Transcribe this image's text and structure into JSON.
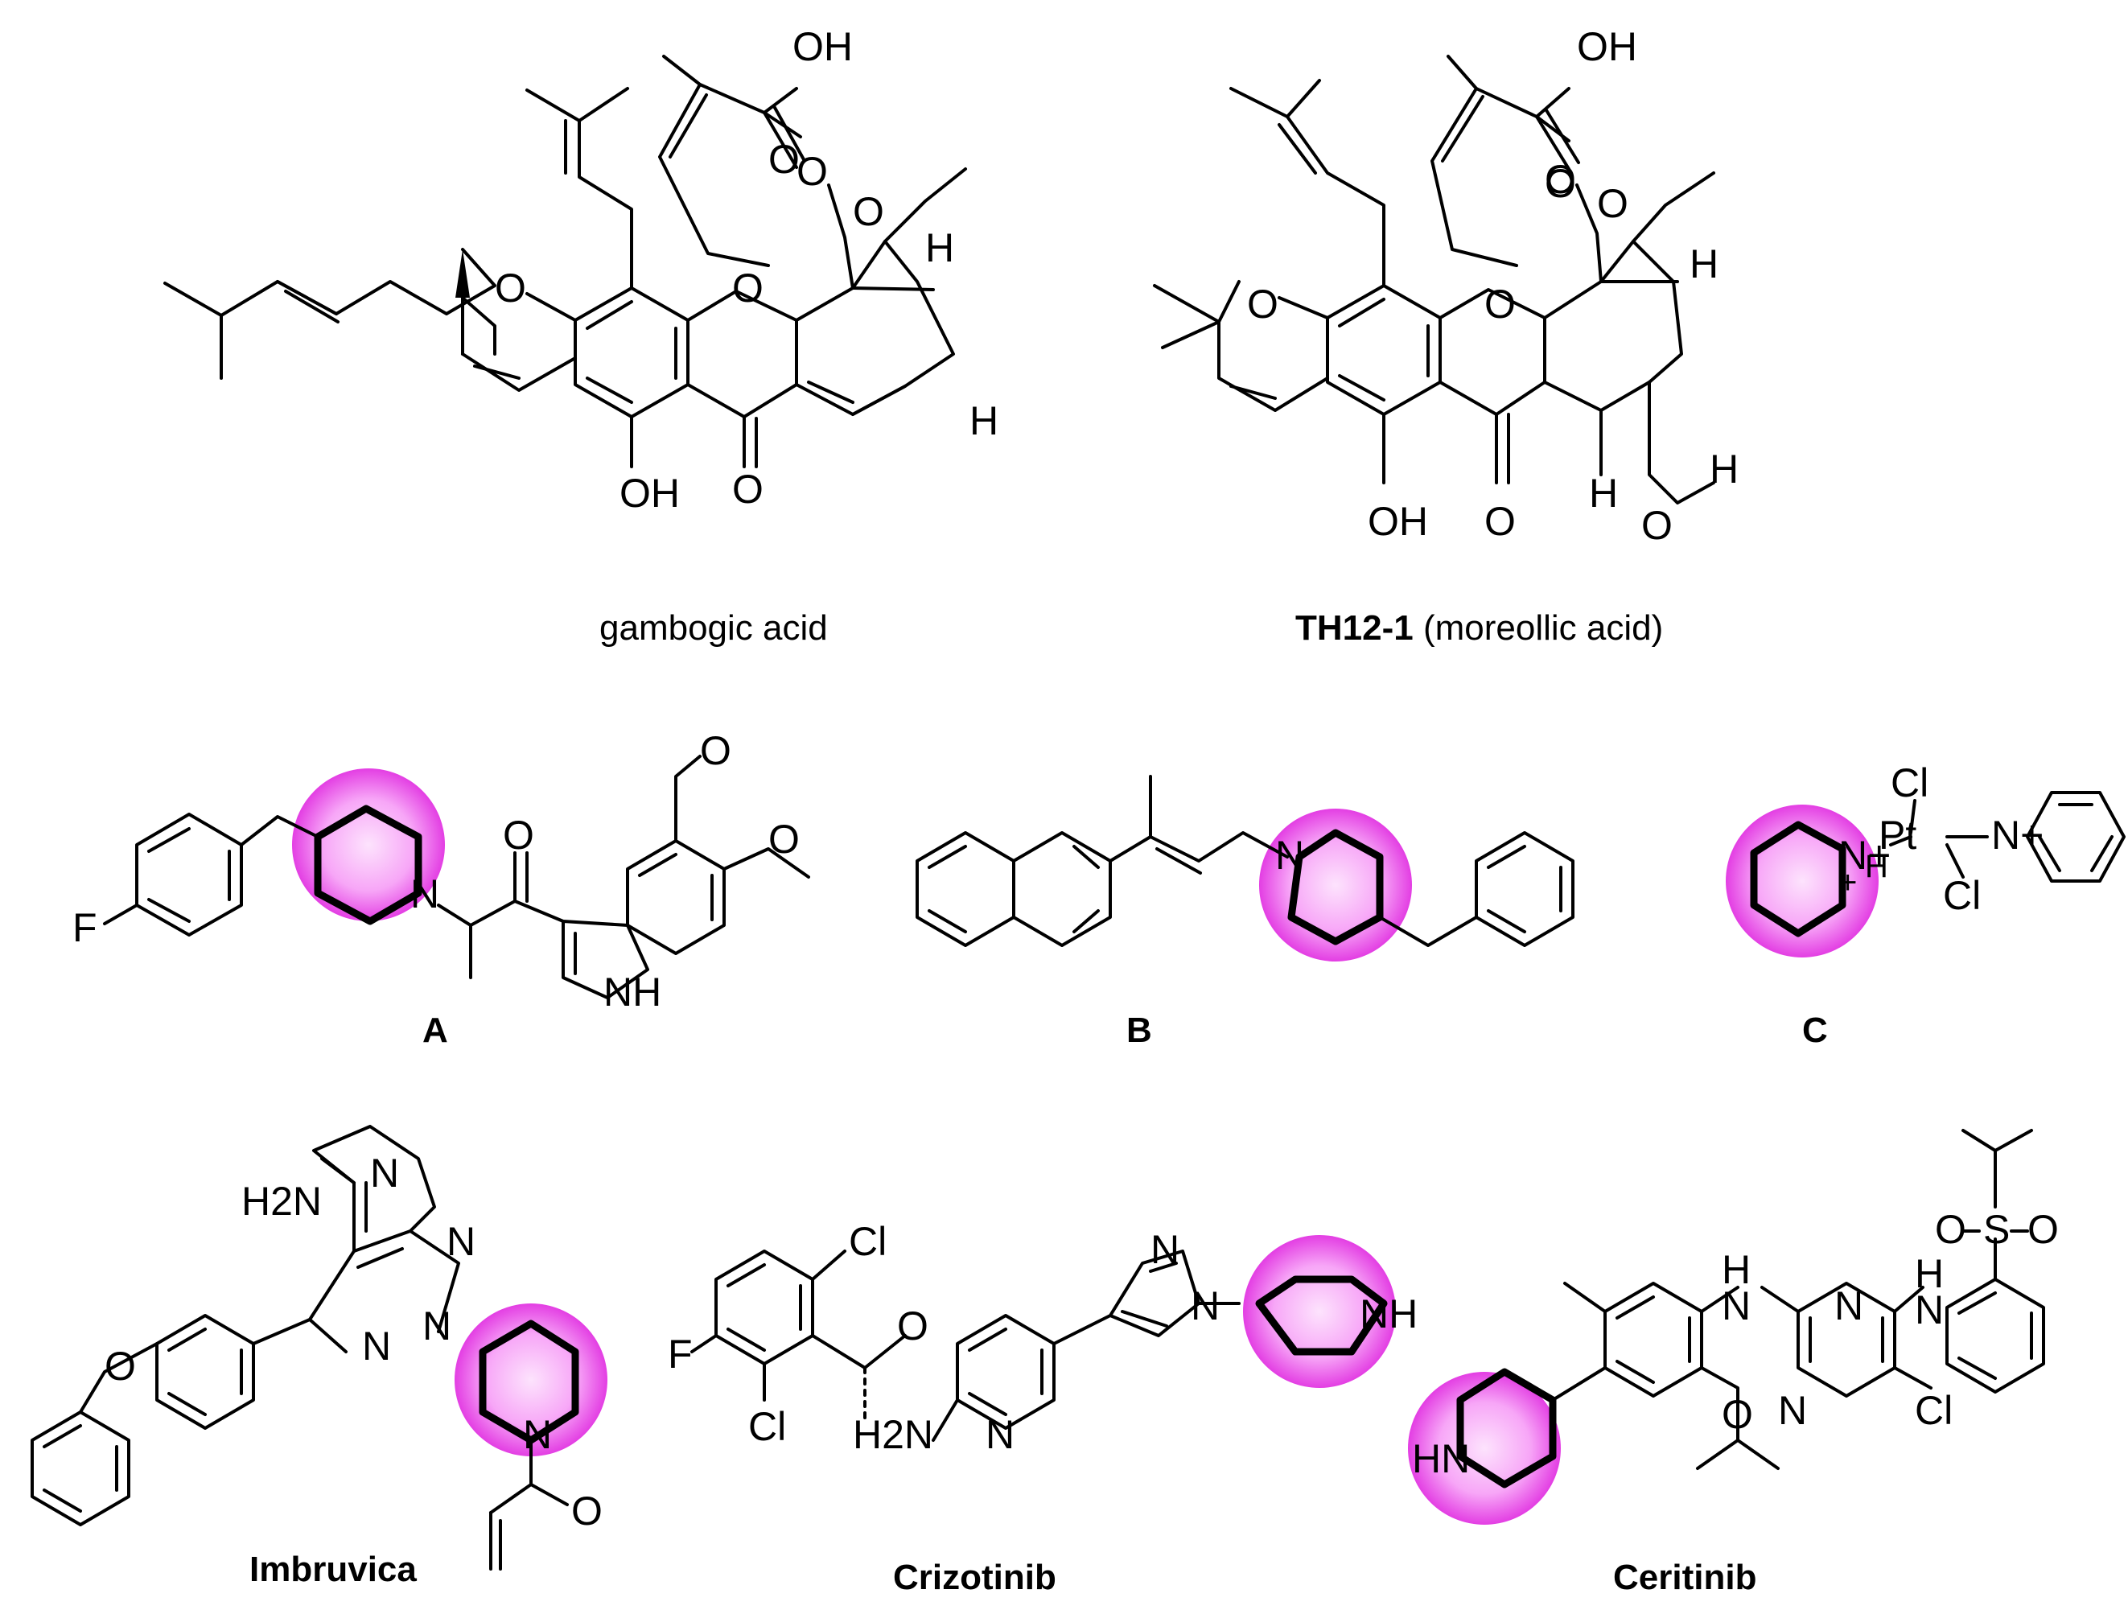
{
  "colors": {
    "highlight": "#ee44ee",
    "highlight_inner": "#fbd3fb",
    "line": "#000000"
  },
  "atoms": {
    "O": "O",
    "OH": "OH",
    "H": "H",
    "N": "N",
    "NH": "NH",
    "HN": "HN",
    "H2N": "H2N",
    "F": "F",
    "Cl": "Cl",
    "Pt": "Pt",
    "S": "S",
    "NH_plus": "N+",
    "H_sub": "H",
    "plus": "+"
  },
  "compounds": {
    "gambogic": {
      "caption": "gambogic acid"
    },
    "th12": {
      "caption_bold": "TH12-1",
      "caption_rest": " (moreollic acid)"
    },
    "a": {
      "label": "A"
    },
    "b": {
      "label": "B"
    },
    "c": {
      "label": "C"
    },
    "imbruvica": {
      "label": "Imbruvica"
    },
    "crizotinib": {
      "label": "Crizotinib"
    },
    "ceritinib": {
      "label": "Ceritinib"
    }
  }
}
